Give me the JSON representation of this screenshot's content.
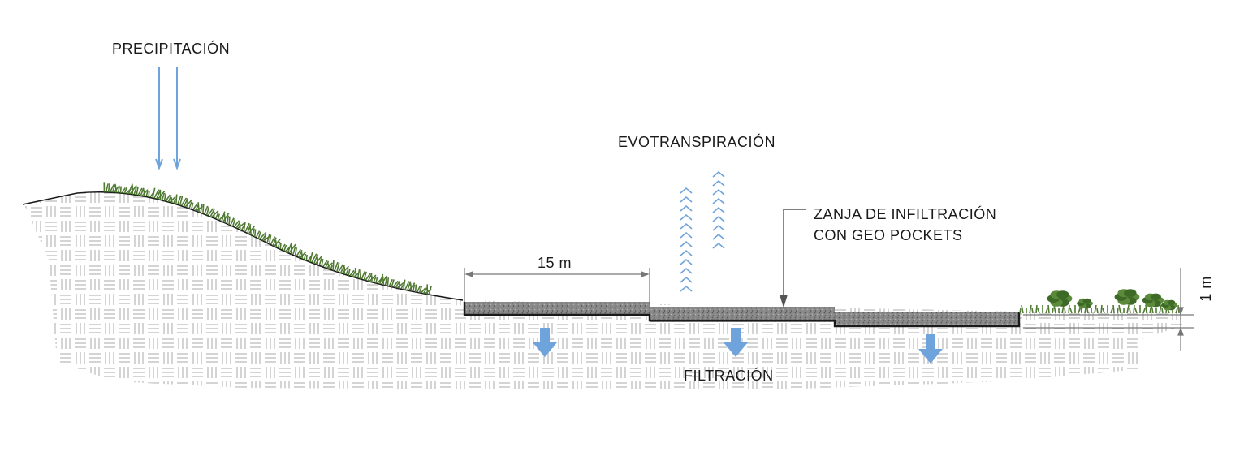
{
  "labels": {
    "precipitation": "PRECIPITACIÓN",
    "evotranspiration": "EVOTRANSPIRACIÓN",
    "trench_line1": "ZANJA DE INFILTRACIÓN",
    "trench_line2": "CON GEO POCKETS",
    "width_dim": "15 m",
    "depth_dim": "1 m",
    "filtration": "FILTRACIÓN"
  },
  "colors": {
    "water_arrow": "#6fa3dc",
    "grass": "#4f7a32",
    "soil_hatch": "#b8b8b8",
    "gravel": "#7a7a7a",
    "line": "#1a1a1a",
    "text": "#1a1a1a"
  }
}
